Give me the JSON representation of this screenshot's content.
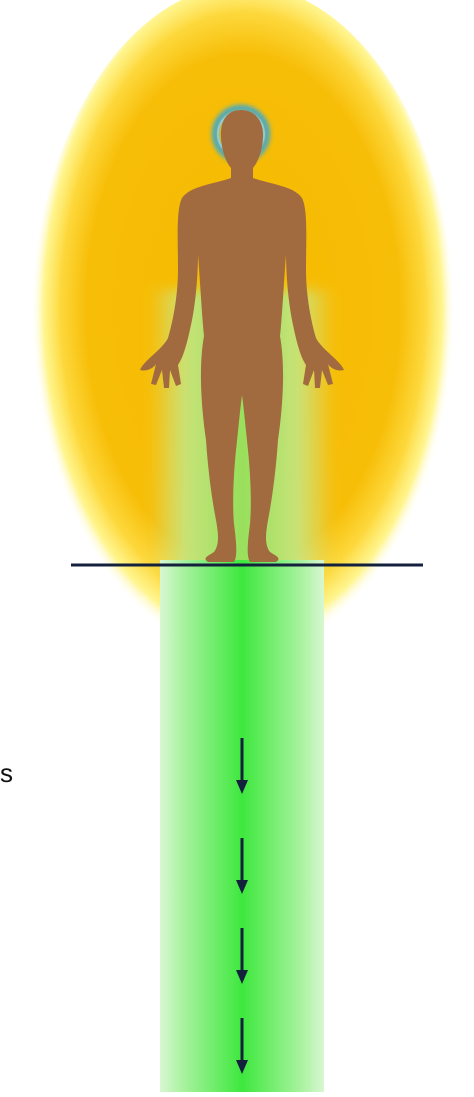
{
  "diagram": {
    "edge_text": "s",
    "aura": {
      "name": "golden-aura",
      "color": "#f6ba00",
      "glow_color": "#fff37a"
    },
    "grounding_beam": {
      "name": "green-grounding-beam",
      "color": "#48ec48",
      "light_color": "#c9f6c4"
    },
    "figure": {
      "name": "human-figure",
      "color": "#a26a3f"
    },
    "head_halo": {
      "name": "blue-head-halo",
      "color": "#28a6e6"
    },
    "ground_line": {
      "name": "ground-line",
      "color": "#14213d"
    },
    "arrows": {
      "name": "downward-arrow",
      "count": 4,
      "color": "#14213d",
      "direction": "down"
    }
  }
}
